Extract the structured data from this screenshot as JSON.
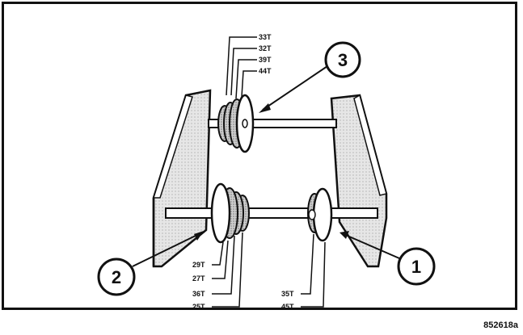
{
  "figure_id": "852618a",
  "callouts": [
    "3",
    "2",
    "1"
  ],
  "gear_labels": {
    "top_shaft": [
      "33T",
      "32T",
      "39T",
      "44T"
    ],
    "left_cluster": [
      "29T",
      "27T",
      "36T",
      "25T"
    ],
    "right_cluster": [
      "35T",
      "45T"
    ]
  },
  "colors": {
    "ink": "#111111",
    "gear_fill": "#f4f4f4",
    "gear_shade": "#555555",
    "paper": "#ffffff"
  }
}
